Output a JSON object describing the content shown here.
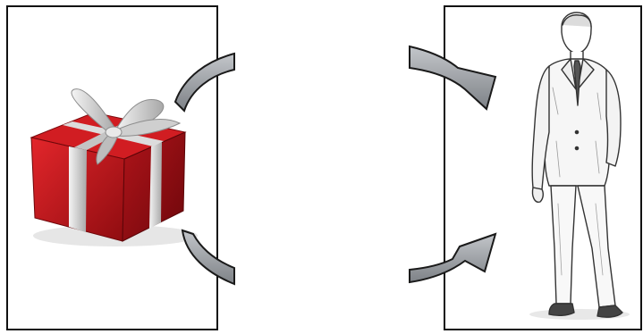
{
  "diagram": {
    "left_panel": {
      "illustration": "gift-box-icon",
      "box_color": "#c0171d",
      "ribbon_color": "#c9c9c9"
    },
    "right_panel": {
      "illustration": "man-in-suit-sketch"
    },
    "arrows": [
      {
        "name": "arrow-left-top-icon",
        "direction": "left-up"
      },
      {
        "name": "arrow-right-top-icon",
        "direction": "right-down"
      },
      {
        "name": "arrow-left-bottom-icon",
        "direction": "left-down"
      },
      {
        "name": "arrow-right-bottom-icon",
        "direction": "right-up"
      }
    ],
    "arrow_fill": "#9a9ea3",
    "arrow_stroke": "#1a1a1a",
    "border_color": "#111111"
  }
}
